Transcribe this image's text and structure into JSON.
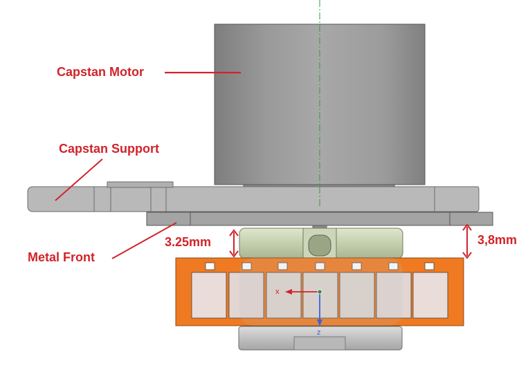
{
  "labels": {
    "capstan_motor": "Capstan Motor",
    "capstan_support": "Capstan Support",
    "metal_front": "Metal Front"
  },
  "dimensions": {
    "gap_left": "3.25mm",
    "gap_right": "3,8mm"
  },
  "axes": {
    "x": "x",
    "z": "z"
  },
  "colors": {
    "annotation": "#d1232a",
    "film_orange": "#ef7a22",
    "frame_fill": "#eadcd8",
    "metal_grey": "#a4a4a4",
    "roller_green": "#c8d3b3",
    "axis_x": "#d1232a",
    "axis_z": "#3a63d8",
    "origin_dot": "#3c8a56",
    "centerline": "#2e9d3e"
  }
}
